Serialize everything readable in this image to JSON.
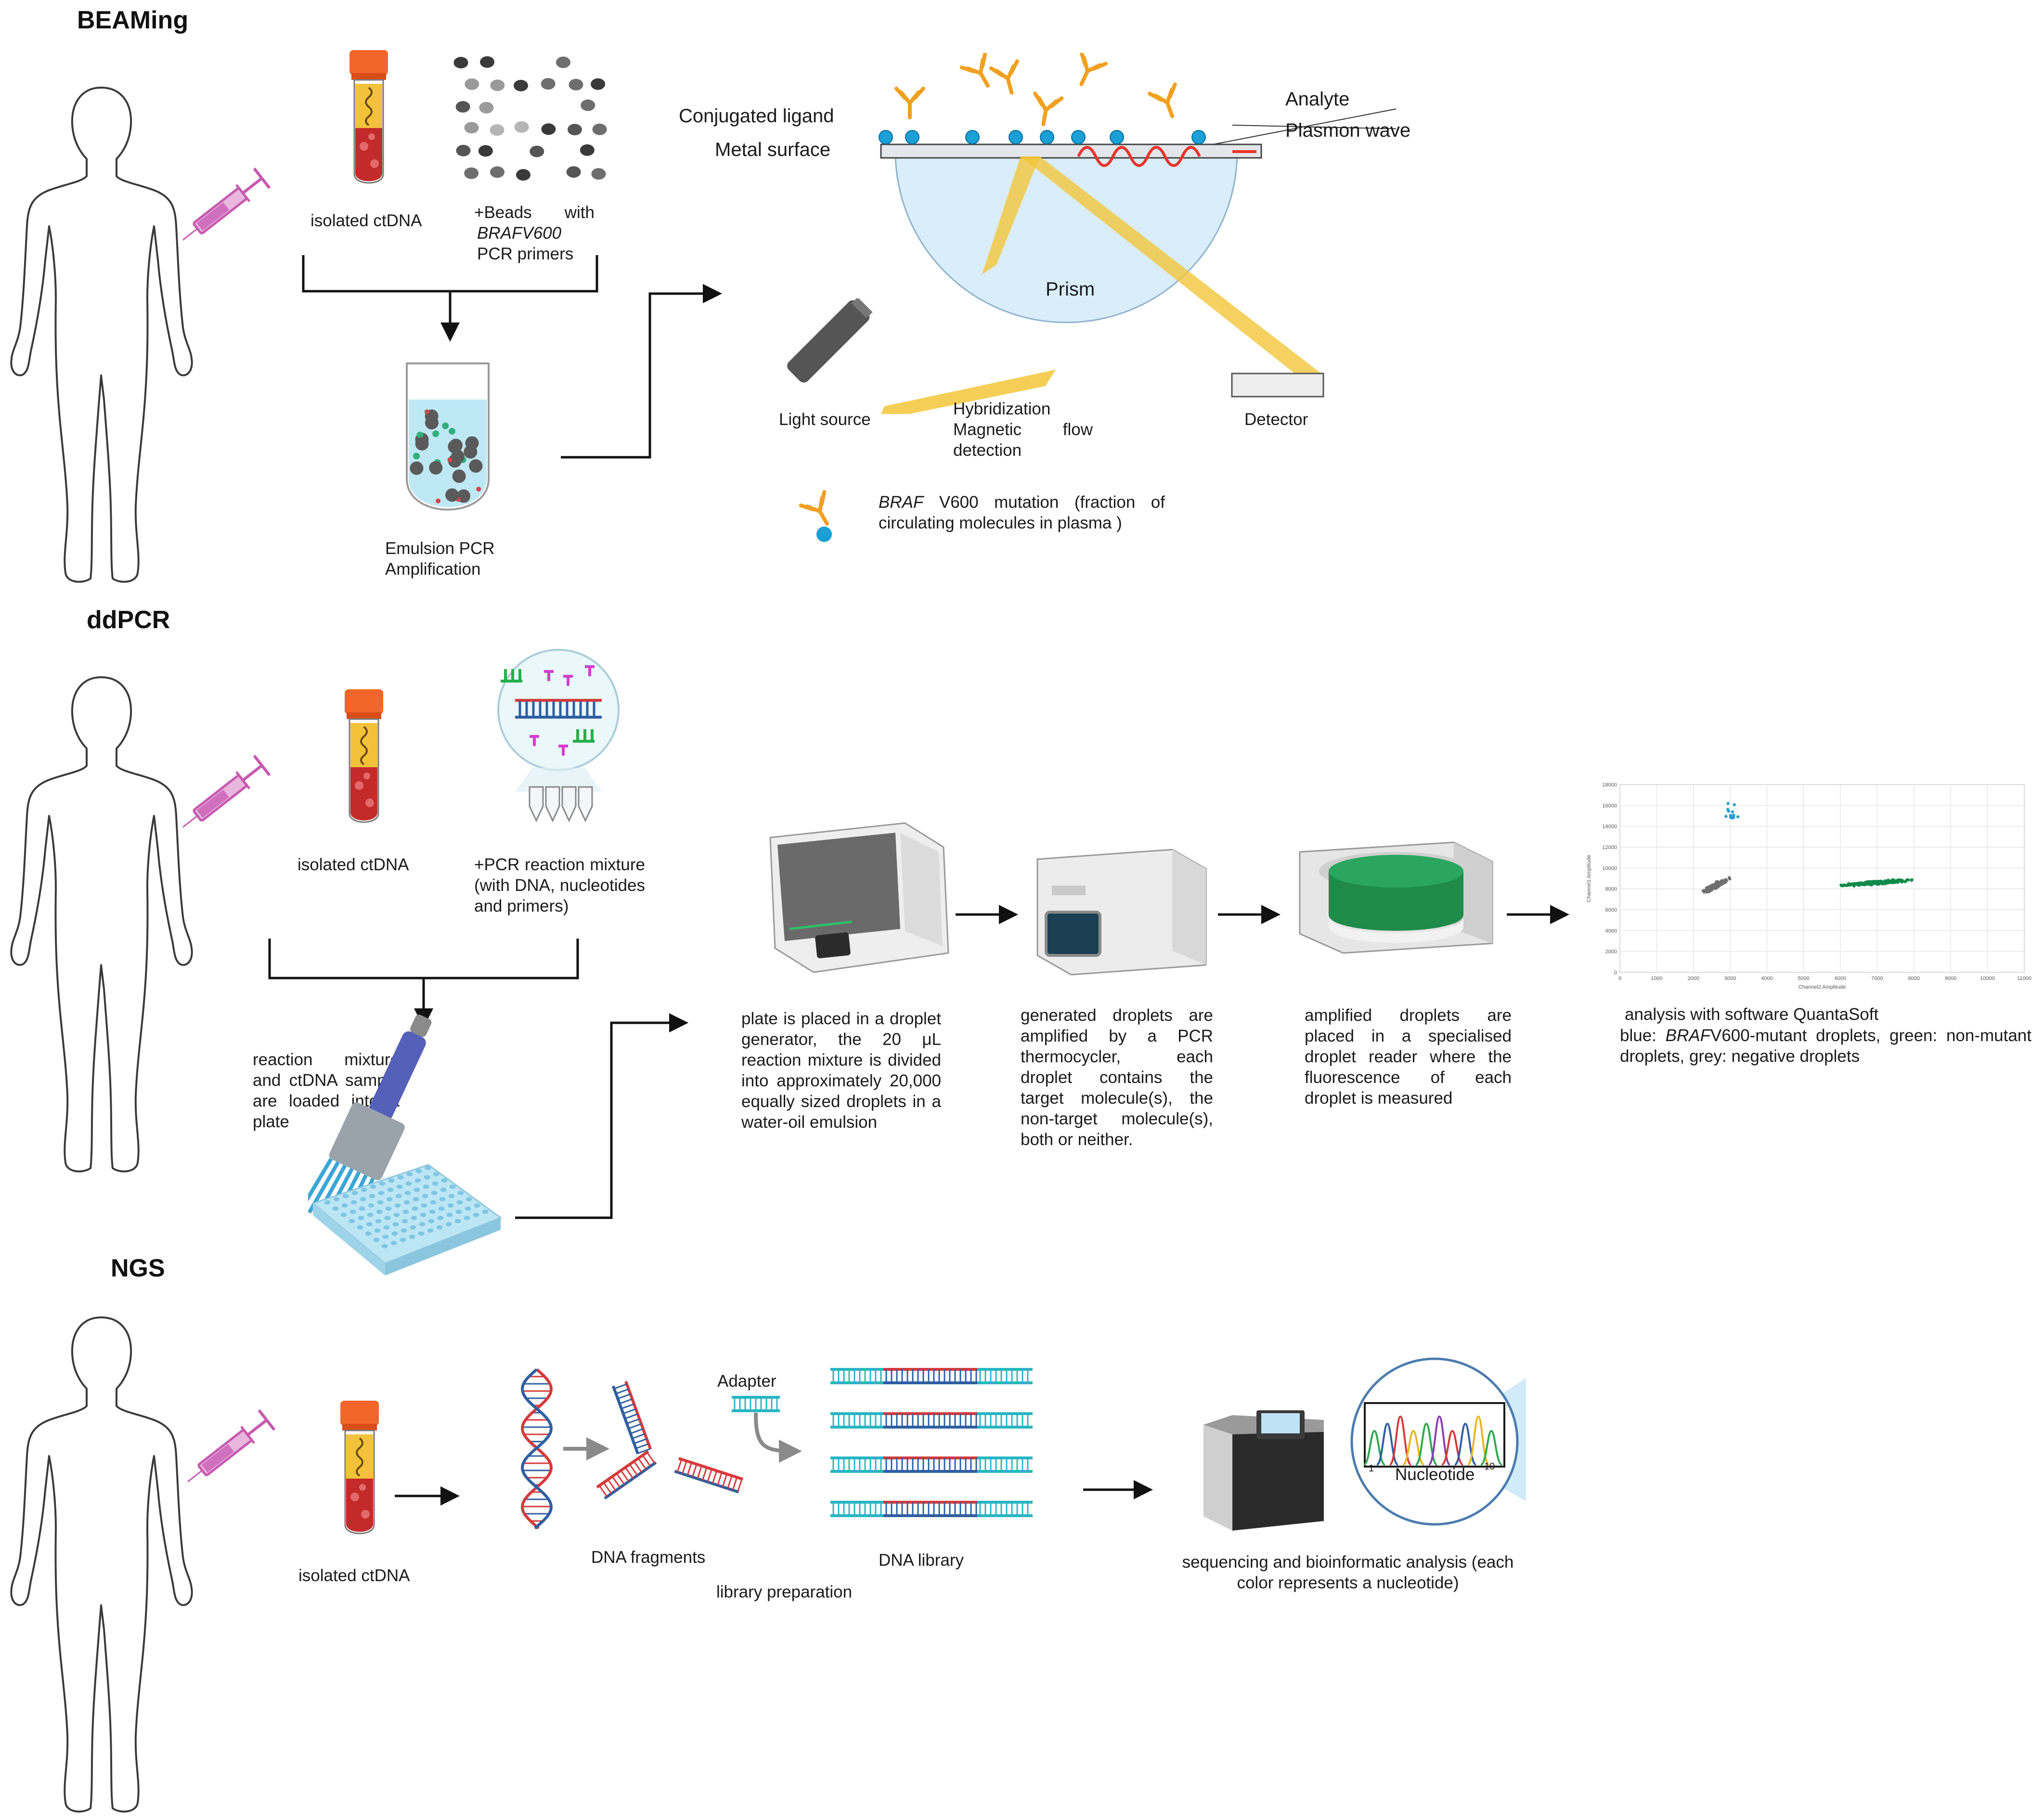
{
  "sections": {
    "beaming": {
      "title": "BEAMing",
      "isolated_ctdna": "isolated ctDNA",
      "beads_prefix": "+Beads",
      "beads_with": "with",
      "beads_gene": "BRAFV600",
      "beads_suffix": "PCR primers",
      "emulsion": "Emulsion PCR Amplification",
      "spr": {
        "conjugated_ligand": "Conjugated ligand",
        "metal_surface": "Metal surface",
        "analyte": "Analyte",
        "plasmon_wave": "Plasmon wave",
        "prism": "Prism",
        "light_source": "Light source",
        "detector": "Detector",
        "method": "Hybridization Magnetic flow detection"
      },
      "legend_gene": "BRAF",
      "legend_text": " V600 mutation (fraction of circulating molecules in plasma )"
    },
    "ddpcr": {
      "title": "ddPCR",
      "isolated_ctdna": "isolated ctDNA",
      "pcr_mixture": "+PCR reaction mixture (with DNA, nucleotides and primers)",
      "loaded": "reaction mixture and ctDNA sample are loaded into a plate",
      "plate_placed": "plate is placed in a droplet generator, the 20 μL reaction mixture is divided into approximately 20,000 equally sized droplets in a water-oil emulsion",
      "droplets_amplified": "generated droplets are amplified by a PCR thermocycler, each droplet contains the target molecule(s), the non-target molecule(s), both or neither.",
      "droplet_reader": "amplified droplets are placed in a specialised droplet reader where the fluorescence of each droplet is measured",
      "analysis_line1": "analysis with software QuantaSoft",
      "analysis_blue": "blue: ",
      "analysis_gene": "BRAF",
      "analysis_rest": "V600-mutant droplets, green: non-mutant droplets, grey: negative droplets"
    },
    "ngs": {
      "title": "NGS",
      "isolated_ctdna": "isolated ctDNA",
      "dna_fragments": "DNA fragments",
      "adapter": "Adapter",
      "dna_library": "DNA library",
      "library_preparation": "library preparation",
      "nucleotide": "Nucleotide",
      "axis_start": "1",
      "axis_end": "10",
      "sequencing": "sequencing and bioinformatic analysis (each color represents a nucleotide)"
    }
  },
  "chart_data": {
    "type": "scatter",
    "xlabel": "Channel2 Amplitude",
    "ylabel": "Channel1 Amplitude",
    "x_ticks": [
      "0",
      "1000",
      "2000",
      "3000",
      "4000",
      "5000",
      "6000",
      "7000",
      "8000",
      "9000",
      "10000",
      "11000"
    ],
    "y_ticks": [
      "0",
      "2000",
      "4000",
      "6000",
      "8000",
      "10000",
      "12000",
      "14000",
      "16000",
      "18000"
    ],
    "xlim": [
      0,
      11000
    ],
    "ylim": [
      0,
      18000
    ],
    "grid": true,
    "clusters": [
      {
        "name": "negative",
        "color": "#6f6f6f",
        "center": [
          2600,
          8300
        ],
        "count": 260
      },
      {
        "name": "non-mutant",
        "color": "#0f8a4a",
        "center": [
          7000,
          8600
        ],
        "count": 320
      },
      {
        "name": "mutant",
        "color": "#2a9ecf",
        "center": [
          3050,
          15200
        ],
        "count": 14
      }
    ]
  },
  "colors": {
    "antibody": "#f0a020",
    "bead": "#1a9fd6",
    "plasmon": "#e8352a",
    "beam": "#f2c53a",
    "prism": "#d9eefa",
    "pink_syringe": "#c65ab0",
    "dna_red": "#d63a3a",
    "dna_blue": "#2f5fa0",
    "dna_cyan": "#29b5c2",
    "green_droplet": "#1f8a4a"
  },
  "icons": [
    "human-body-icon",
    "syringe-icon",
    "blood-tube-icon",
    "beads-icon",
    "emulsion-tube-icon",
    "spr-prism-icon",
    "laser-icon",
    "detector-icon",
    "dna-mix-magnifier-icon",
    "pcr-tubes-icon",
    "pipette-icon",
    "well-plate-icon",
    "droplet-generator-icon",
    "thermocycler-icon",
    "droplet-reader-icon",
    "scatter-plot-icon",
    "dna-helix-icon",
    "dna-fragment-icon",
    "adapter-icon",
    "dna-library-icon",
    "sequencer-icon",
    "chromatogram-icon"
  ]
}
